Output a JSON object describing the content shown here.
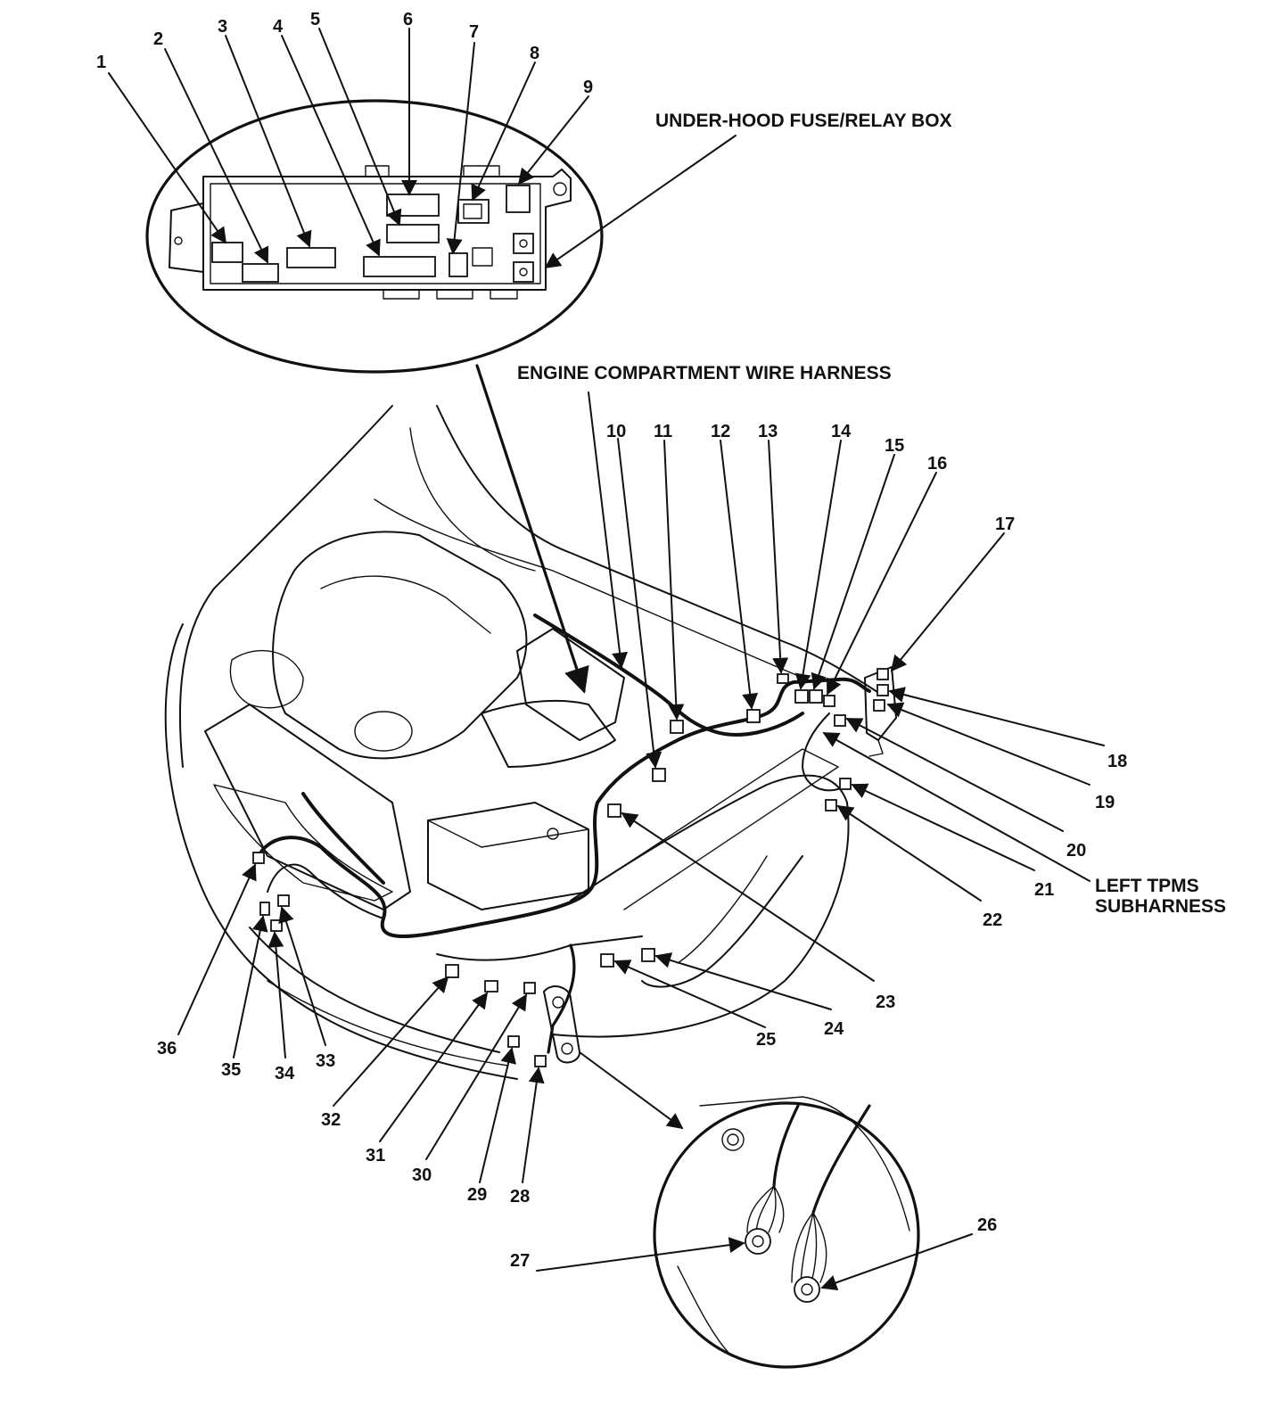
{
  "titles": {
    "fuse_box": "UNDER-HOOD FUSE/RELAY BOX",
    "wire_harness": "ENGINE COMPARTMENT WIRE HARNESS",
    "tpms_line1": "LEFT TPMS",
    "tpms_line2": "SUBHARNESS"
  },
  "callouts": [
    "1",
    "2",
    "3",
    "4",
    "5",
    "6",
    "7",
    "8",
    "9",
    "10",
    "11",
    "12",
    "13",
    "14",
    "15",
    "16",
    "17",
    "18",
    "19",
    "20",
    "21",
    "22",
    "23",
    "24",
    "25",
    "26",
    "27",
    "28",
    "29",
    "30",
    "31",
    "32",
    "33",
    "34",
    "35",
    "36"
  ]
}
